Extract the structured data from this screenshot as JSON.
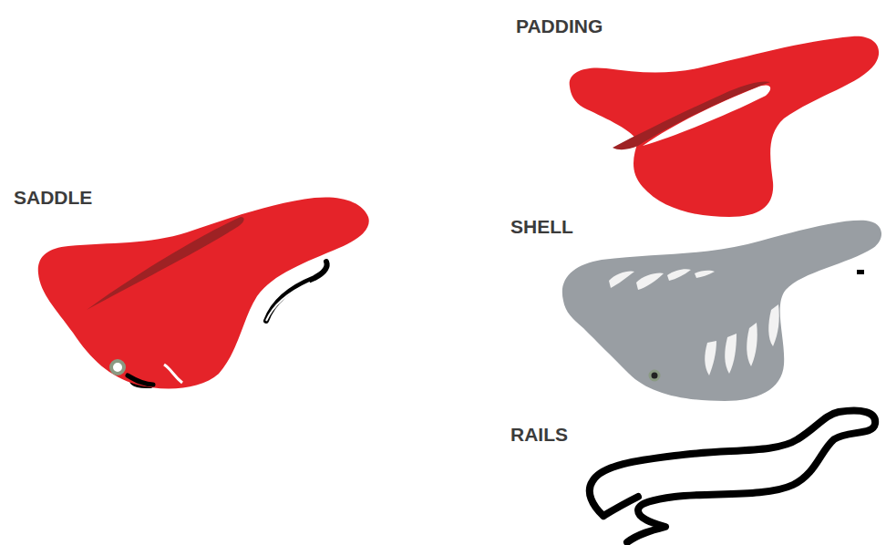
{
  "diagram": {
    "labels": [
      "SADDLE",
      "PADDING",
      "SHELL",
      "RAILS"
    ]
  }
}
